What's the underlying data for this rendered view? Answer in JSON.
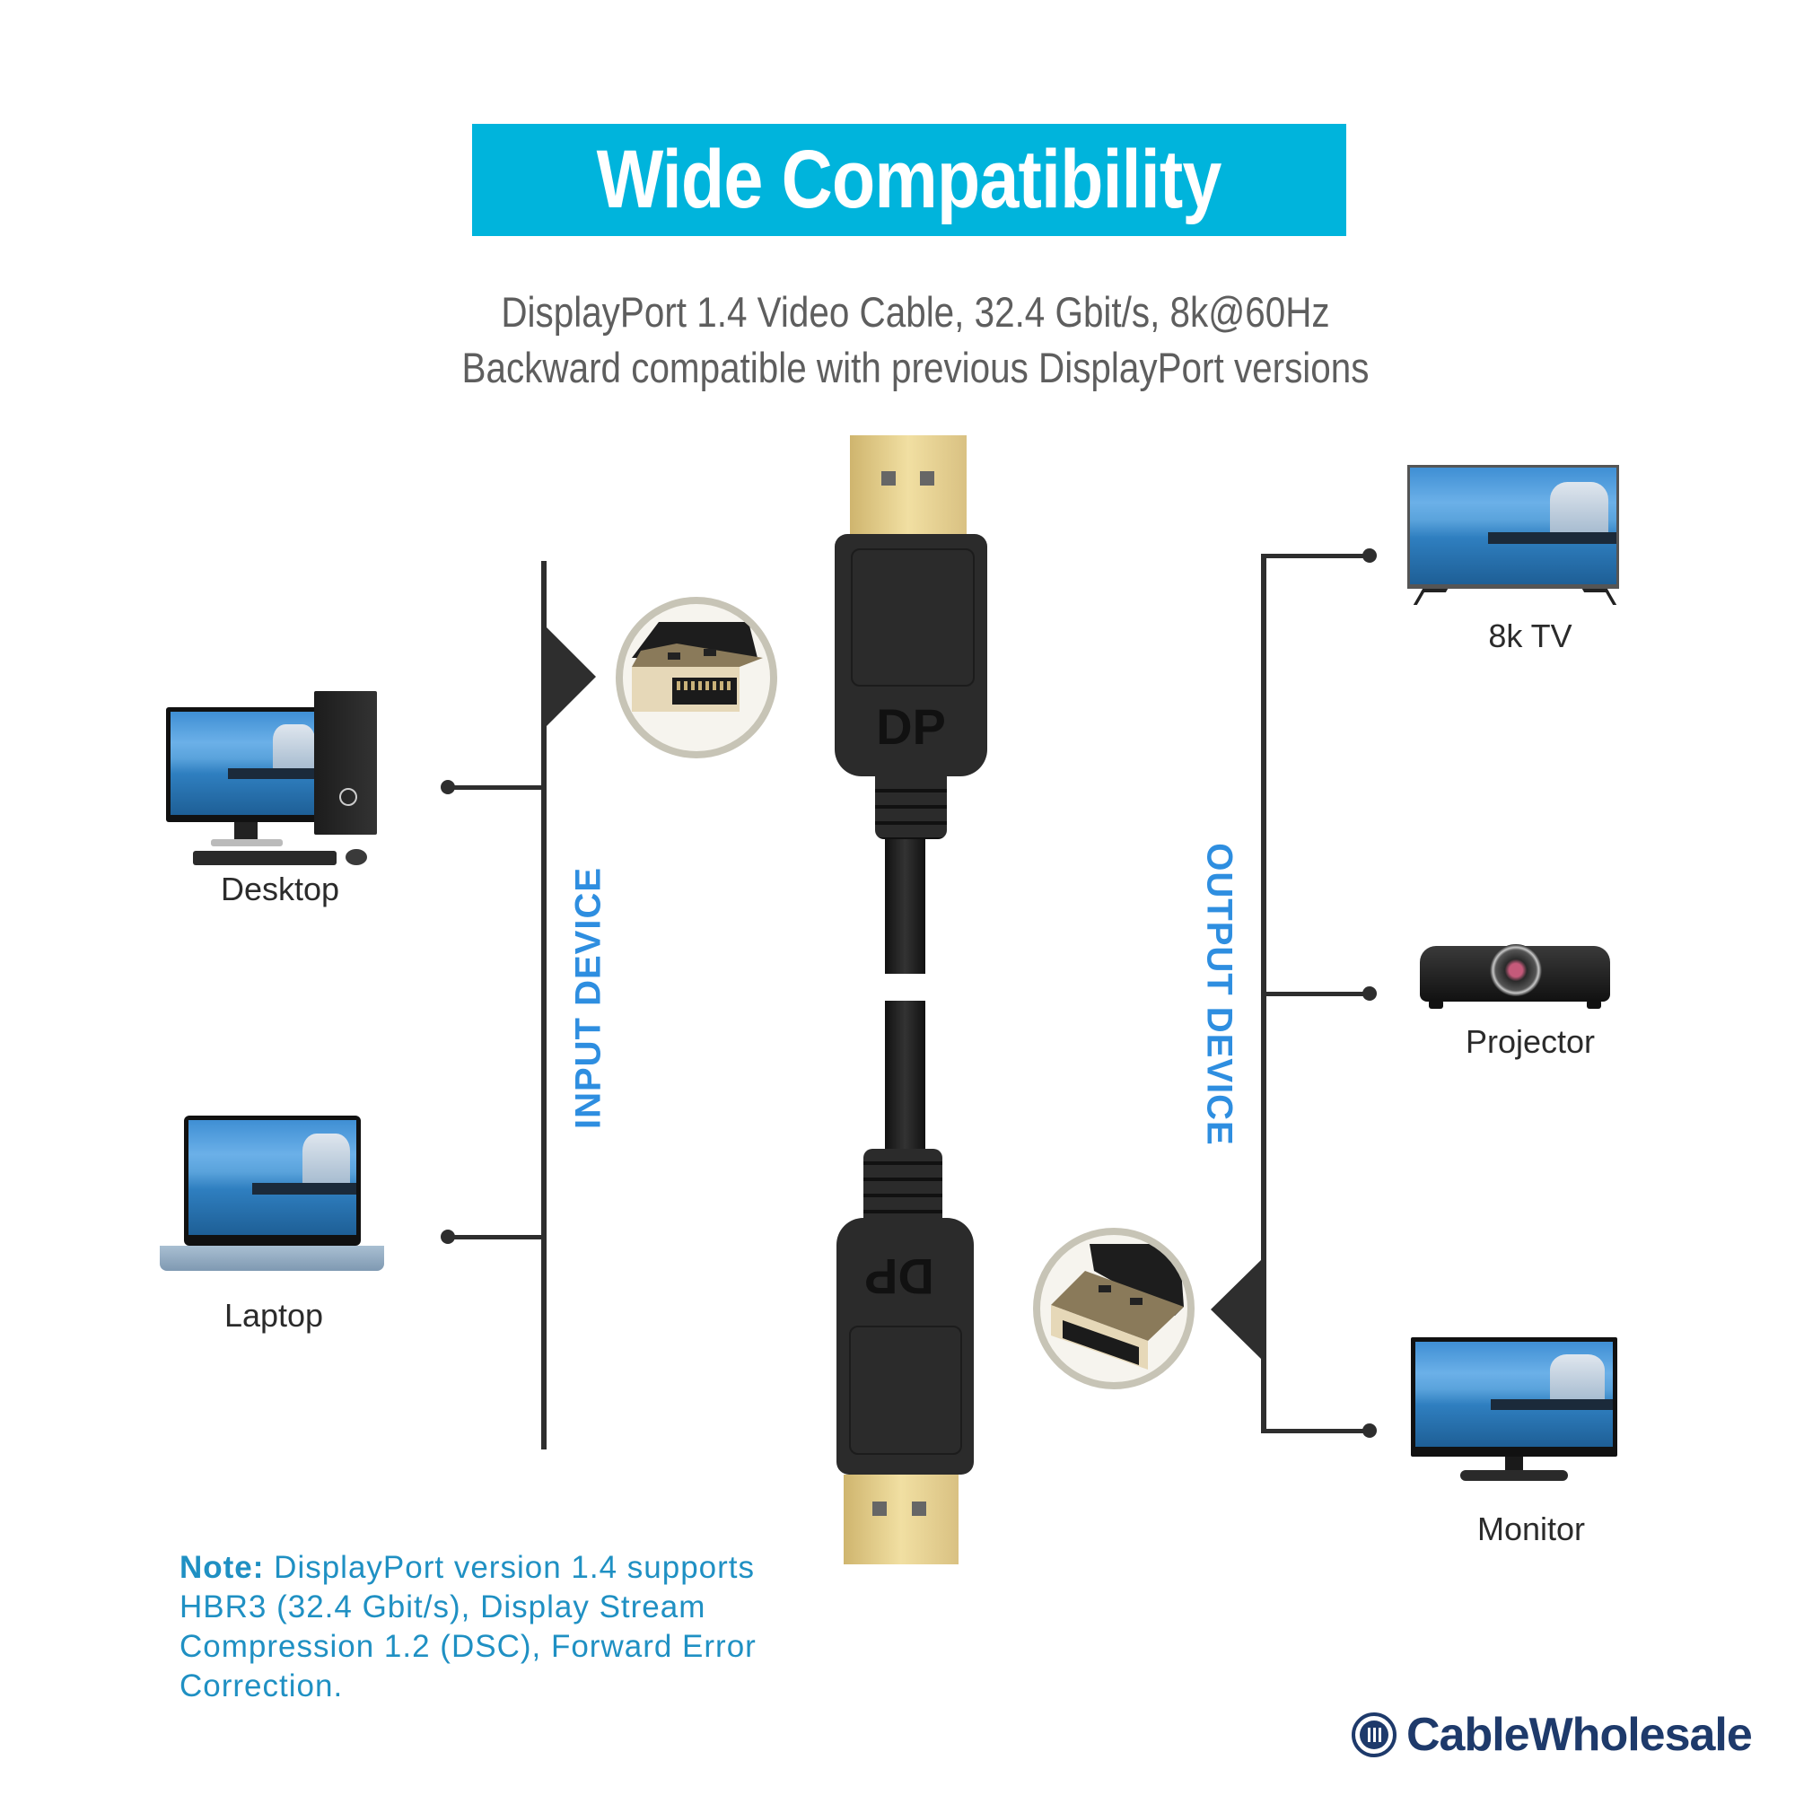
{
  "header": {
    "title": "Wide Compatibility",
    "subtitle_line1": "DisplayPort 1.4 Video Cable, 32.4 Gbit/s, 8k@60Hz",
    "subtitle_line2": "Backward compatible with previous DisplayPort versions"
  },
  "input_side": {
    "label": "INPUT DEVICE",
    "devices": [
      {
        "name": "Desktop",
        "icon": "desktop-computer-icon"
      },
      {
        "name": "Laptop",
        "icon": "laptop-icon"
      }
    ]
  },
  "output_side": {
    "label": "OUTPUT DEVICE",
    "devices": [
      {
        "name": "8k TV",
        "icon": "tv-icon"
      },
      {
        "name": "Projector",
        "icon": "projector-icon"
      },
      {
        "name": "Monitor",
        "icon": "monitor-icon"
      }
    ]
  },
  "cable": {
    "connector_type": "DisplayPort",
    "logo_glyph": "DP"
  },
  "note": {
    "prefix": "Note:",
    "text": " DisplayPort version 1.4 supports HBR3 (32.4 Gbit/s), Display Stream Compression 1.2 (DSC), Forward Error Correction."
  },
  "brand": {
    "name": "CableWholesale"
  },
  "colors": {
    "banner": "#00b4dc",
    "accent_label": "#2e8ee0",
    "note": "#1f90c3",
    "brand": "#1e3a6b",
    "line": "#2e2e2e"
  }
}
